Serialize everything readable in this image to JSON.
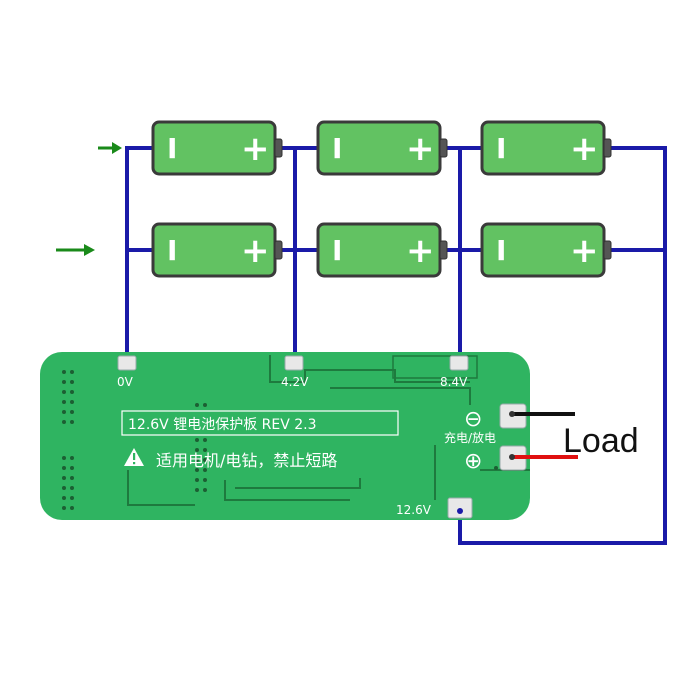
{
  "colors": {
    "wire": "#1a1aa8",
    "cell": "#62c262",
    "board": "#2fb461",
    "arrow": "#1a8a1a",
    "load_neg": "#111111",
    "load_pos": "#e01010"
  },
  "cell": {
    "neg_symbol": "I",
    "pos_symbol": "+"
  },
  "board": {
    "pad_labels": [
      "0V",
      "4.2V",
      "8.4V"
    ],
    "title": "12.6V 锂电池保护板 REV 2.3",
    "warning": "适用电机/电钻，禁止短路",
    "charge_label": "充电/放电",
    "out_label": "12.6V",
    "minus_symbol": "⊖",
    "plus_symbol": "⊕"
  },
  "load_label": "Load"
}
